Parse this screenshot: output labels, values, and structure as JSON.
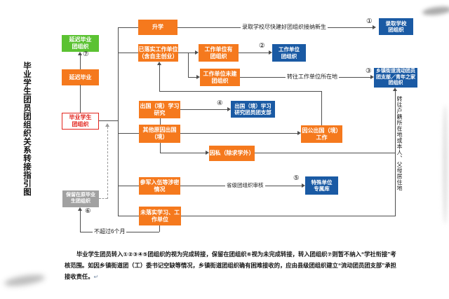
{
  "title": "毕业学生团员团组织关系转接指引图",
  "colors": {
    "orange": "#F5791D",
    "blue": "#1A5AA4",
    "green": "#5BC232",
    "gray_box": "#A1A1A1",
    "red": "#E2241D",
    "line": "#4d4d4d"
  },
  "nodes": {
    "grad_org": "毕业学生\n团组织",
    "delayed_grad": "延迟毕业",
    "delayed_grad_org": "延迟毕业\n团组织",
    "keep_org": "保留在原毕业\n生团组织",
    "further_study": "升学",
    "secured_work": "已落实工作单位\n（含自主创业）",
    "work_has_org": "工作单位有\n团组织",
    "work_no_org": "工作单位未建\n团组织",
    "abroad_study": "出国（境）学习\n研究",
    "abroad_other": "其他原因出国\n（境）",
    "public_abroad": "因公出国（境）\n工作",
    "private_abroad": "因私（除求学外）",
    "military": "参军入伍等涉密\n情况",
    "unsecured": "未落实学习、工\n作单位",
    "school_org": "录取学校\n团组织",
    "work_org": "工作单位\n团组织",
    "township_org": "乡镇街道流动团员\n团支部／青年之家\n团组织",
    "abroad_branch": "出国（境）学习\n研究团员团支部",
    "special_db": "特殊单位\n专属库"
  },
  "edge_labels": {
    "to_school": "录取学校尽快建好团组织接纳新生",
    "to_township": "转往工作单位所在地",
    "provincial_review": "省级团组织审核",
    "six_months": "不超过6个月",
    "household": "转往户籍所在地或本人、父母居住地"
  },
  "markers": [
    "①",
    "②",
    "③",
    "④",
    "⑤",
    "⑥",
    "⑦"
  ],
  "footnote": {
    "line1": "毕业学生团员转入①②③④⑤团组织的视为完成转接，保留在团组织⑥视为未完成转接，转入团组织⑦则暂不纳入“学社衔接”考",
    "line2": "核范围。如因乡镇街道团（工）委书记空缺等情况，乡镇街道团组织确有困难接收的，应由县级团组织建立“流动团员团支部”承担",
    "line3": "接收责任。",
    "paragraph_mark": "↵"
  }
}
